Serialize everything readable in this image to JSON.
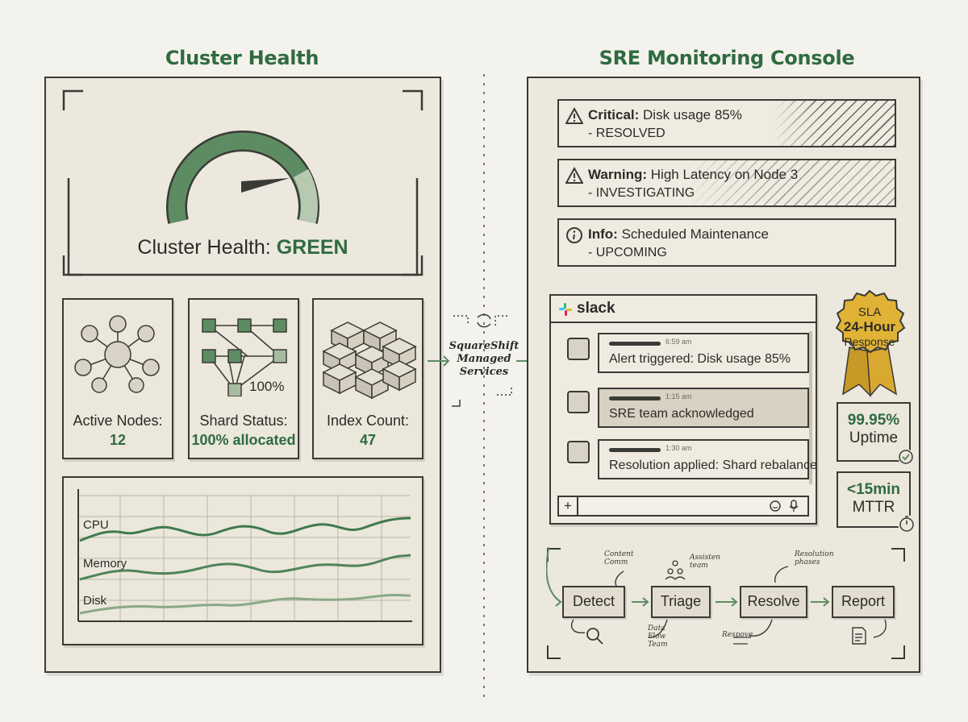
{
  "left": {
    "title": "Cluster Health",
    "gauge_label": "Cluster Health: ",
    "gauge_status": "GREEN",
    "gauge_level": 0.8,
    "stats": [
      {
        "label": "Active Nodes:",
        "value": "12",
        "icon": "node-network-icon"
      },
      {
        "label": "Shard Status:",
        "value": "100% allocated",
        "icon": "shard-grid-icon",
        "badge": "100%"
      },
      {
        "label": "Index Count:",
        "value": "47",
        "icon": "stacked-blocks-icon"
      }
    ],
    "chart_series": [
      "CPU",
      "Memory",
      "Disk"
    ]
  },
  "connector": {
    "label_line1": "SquareShift",
    "label_line2": "Managed",
    "label_line3": "Services"
  },
  "right": {
    "title": "SRE Monitoring Console",
    "alerts": [
      {
        "level": "Critical:",
        "message": "Disk usage 85%",
        "status": "- RESOLVED",
        "icon": "warning-icon"
      },
      {
        "level": "Warning:",
        "message": "High Latency on Node 3",
        "status": "- INVESTIGATING",
        "icon": "warning-icon"
      },
      {
        "level": "Info:",
        "message": "Scheduled Maintenance",
        "status": "- UPCOMING",
        "icon": "info-icon"
      }
    ],
    "slack": {
      "brand": "slack",
      "messages": [
        {
          "time": "6:59 am",
          "text": "Alert triggered: Disk usage 85%"
        },
        {
          "time": "1:15 am",
          "text": "SRE team acknowledged"
        },
        {
          "time": "1:30 am",
          "text": "Resolution applied: Shard rebalance"
        }
      ],
      "compose_add": "+"
    },
    "sla": {
      "line1": "SLA",
      "line2": "24-Hour",
      "line3": "Response"
    },
    "uptime": {
      "value": "99.95%",
      "label": "Uptime"
    },
    "mttr": {
      "value": "<15min",
      "label": "MTTR"
    },
    "workflow": {
      "steps": [
        "Detect",
        "Triage",
        "Resolve",
        "Report"
      ],
      "notes": {
        "top_left_1": "Content",
        "top_left_2": "Comm",
        "top_mid_1": "Assisten",
        "top_mid_2": "team",
        "top_right_1": "Resolution",
        "top_right_2": "phases",
        "bottom_left_1": "Data",
        "bottom_left_2": "Flow",
        "bottom_left_3": "Team",
        "bottom_mid": "Respove"
      }
    }
  },
  "colors": {
    "accent_green": "#2f6b40",
    "gauge_green": "#5d8c62",
    "background": "#f4f2ec",
    "ink": "#3a3a36",
    "badge_gold": "#d8a830"
  }
}
